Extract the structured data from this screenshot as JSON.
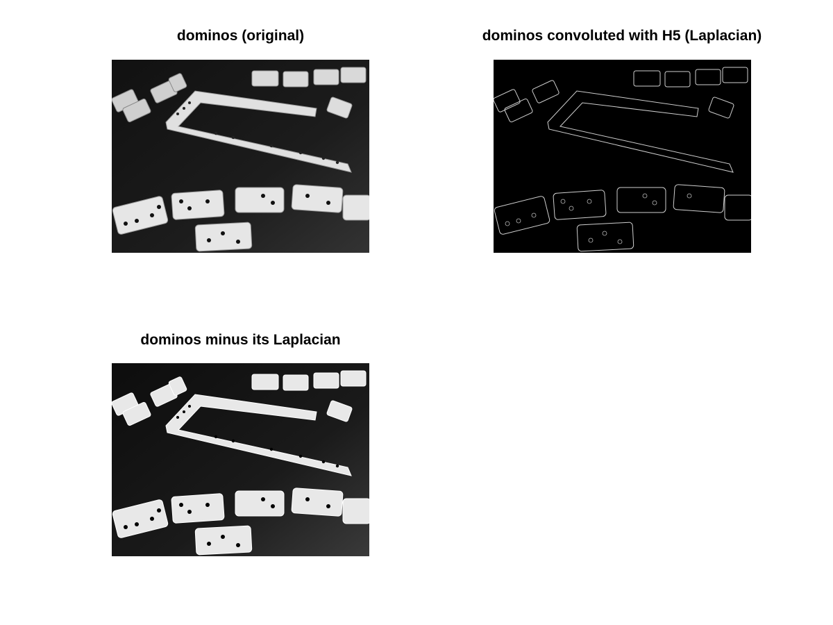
{
  "figure": {
    "panels": [
      {
        "title": "dominos (original)",
        "variant": "original"
      },
      {
        "title": "dominos convoluted with H5 (Laplacian)",
        "variant": "laplacian"
      },
      {
        "title": "dominos minus its Laplacian",
        "variant": "sharpened"
      }
    ]
  }
}
